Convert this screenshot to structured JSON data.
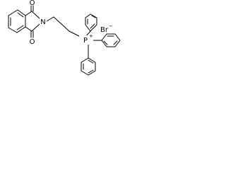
{
  "labels": {
    "oxygen_top": "O",
    "oxygen_bottom": "O",
    "nitrogen": "N",
    "phosphorus": "P",
    "phosphorus_charge": "+",
    "bromine": "Br",
    "bromine_charge": "−"
  }
}
